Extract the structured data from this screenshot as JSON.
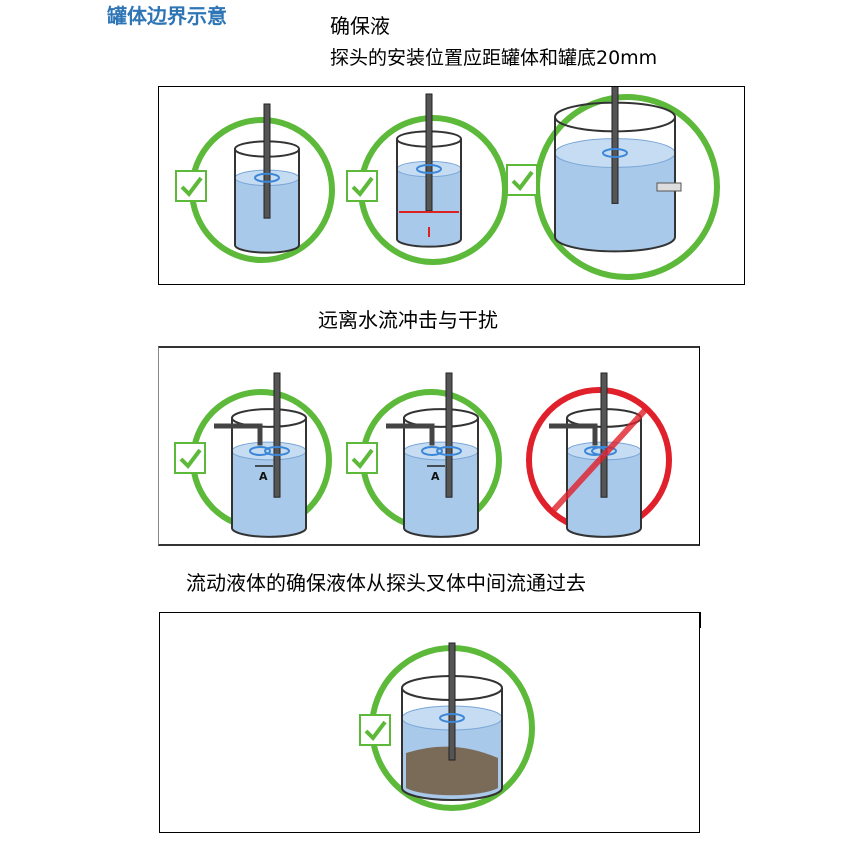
{
  "document": {
    "title": "罐体边界示意",
    "section1": {
      "heading": "确保液",
      "subheading": "探头的安装位置应距罐体和罐底20mm"
    },
    "section2": {
      "heading": "远离水流冲击与干扰",
      "distance_label": "A"
    },
    "section3": {
      "heading": "流动液体的确保液体从探头叉体中间流通过去"
    }
  },
  "colors": {
    "title": "#2e75b6",
    "ok": "#5cb93a",
    "bad": "#e0202a",
    "water": "#a9c9ea",
    "sediment": "#7a6a58"
  }
}
